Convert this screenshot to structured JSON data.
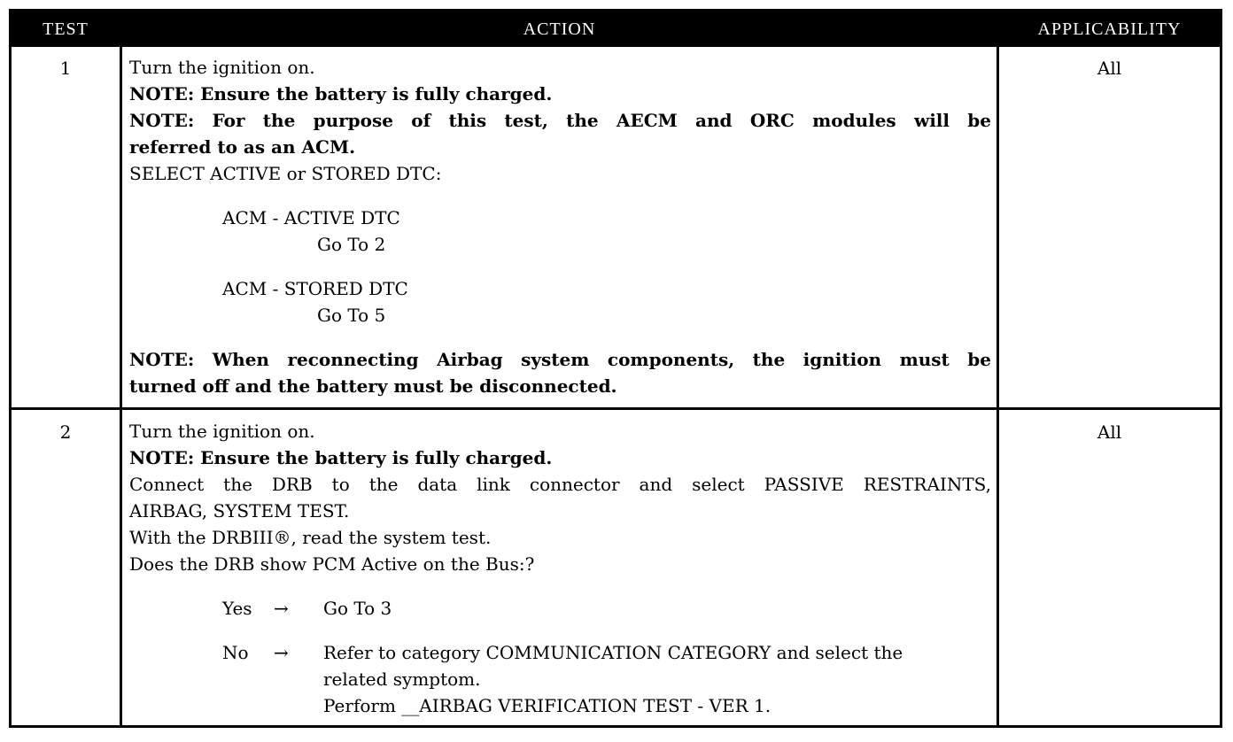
{
  "headers": {
    "test": "TEST",
    "action": "ACTION",
    "applicability": "APPLICABILITY"
  },
  "rows": [
    {
      "test": "1",
      "applicability": "All",
      "lines": [
        "Turn the ignition on.",
        "NOTE: Ensure the battery is fully charged.",
        "NOTE: For the purpose of this test, the AECM and ORC modules will be",
        "referred to as an ACM.",
        "SELECT ACTIVE or STORED DTC:"
      ],
      "options": [
        {
          "label": "ACM - ACTIVE DTC",
          "goto": "Go To   2"
        },
        {
          "label": "ACM - STORED DTC",
          "goto": "Go To   5"
        }
      ],
      "note_lines": [
        "NOTE: When reconnecting Airbag system components, the ignition must be",
        "turned off and the battery must be disconnected."
      ]
    },
    {
      "test": "2",
      "applicability": "All",
      "lines": [
        "Turn the ignition on.",
        "NOTE: Ensure the battery is fully charged.",
        "Connect the DRB to the data link connector and select PASSIVE RESTRAINTS,",
        "AIRBAG, SYSTEM TEST.",
        "With the DRBIII®, read the system test.",
        "Does the DRB show PCM Active on the Bus:?"
      ],
      "yes": {
        "label": "Yes",
        "arrow": "→",
        "text": "Go To   3"
      },
      "no": {
        "label": "No",
        "arrow": "→",
        "text_lines": [
          "Refer to category COMMUNICATION CATEGORY and select the",
          "related symptom.",
          "Perform __AIRBAG VERIFICATION TEST - VER 1."
        ]
      }
    }
  ]
}
